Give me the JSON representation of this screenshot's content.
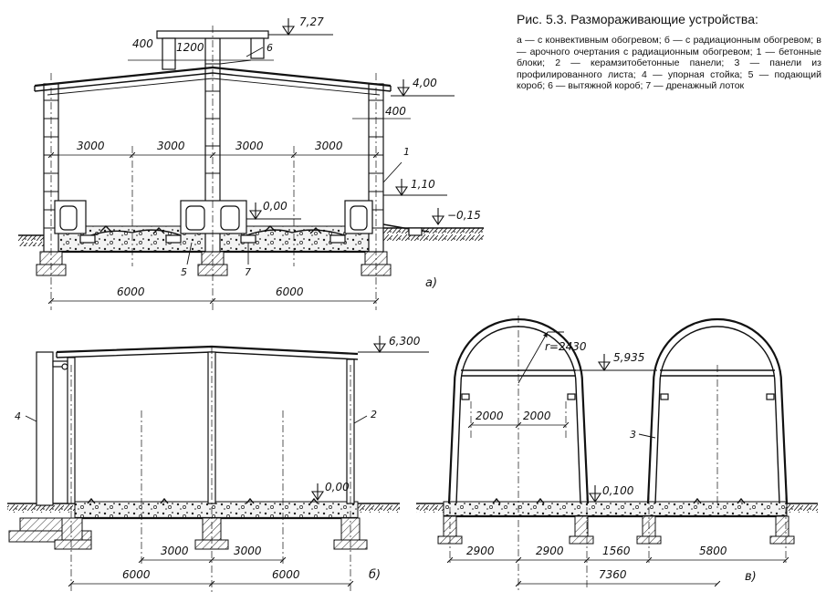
{
  "caption": {
    "title": "Рис. 5.3. Размораживающие устройства:",
    "text": "а — с конвективным обогревом; б — с радиационным обогревом; в — арочного очертания с радиационным обогревом; 1 — бетонные блоки; 2 — керамзитобетонные панели; 3 — панели из профилированного листа; 4 — упорная стойка; 5 — подающий короб; 6 — вытяжной короб; 7 — дренажный лоток"
  },
  "figure_a": {
    "sublabel": "а)",
    "levels": [
      "7,27",
      "4,00",
      "1,10",
      "0,00",
      "−0,15"
    ],
    "dims_top": [
      "400",
      "1200"
    ],
    "dim_side": "400",
    "dims_spans": [
      "3000",
      "3000",
      "3000",
      "3000"
    ],
    "dims_bottom": [
      "6000",
      "6000"
    ],
    "callouts": [
      "6",
      "1",
      "5",
      "7"
    ]
  },
  "figure_b": {
    "sublabel": "б)",
    "levels": [
      "6,300",
      "0,00"
    ],
    "dims_mid": [
      "3000",
      "3000"
    ],
    "dims_bottom": [
      "6000",
      "6000"
    ],
    "callouts": [
      "4",
      "2"
    ]
  },
  "figure_c": {
    "sublabel": "в)",
    "radius": "r=2430",
    "levels": [
      "5,935",
      "0,100"
    ],
    "dims_mid": [
      "2000",
      "2000"
    ],
    "dims_bottom": [
      "2900",
      "2900",
      "1560",
      "5800"
    ],
    "dim_total": "7360",
    "callouts": [
      "3"
    ]
  }
}
